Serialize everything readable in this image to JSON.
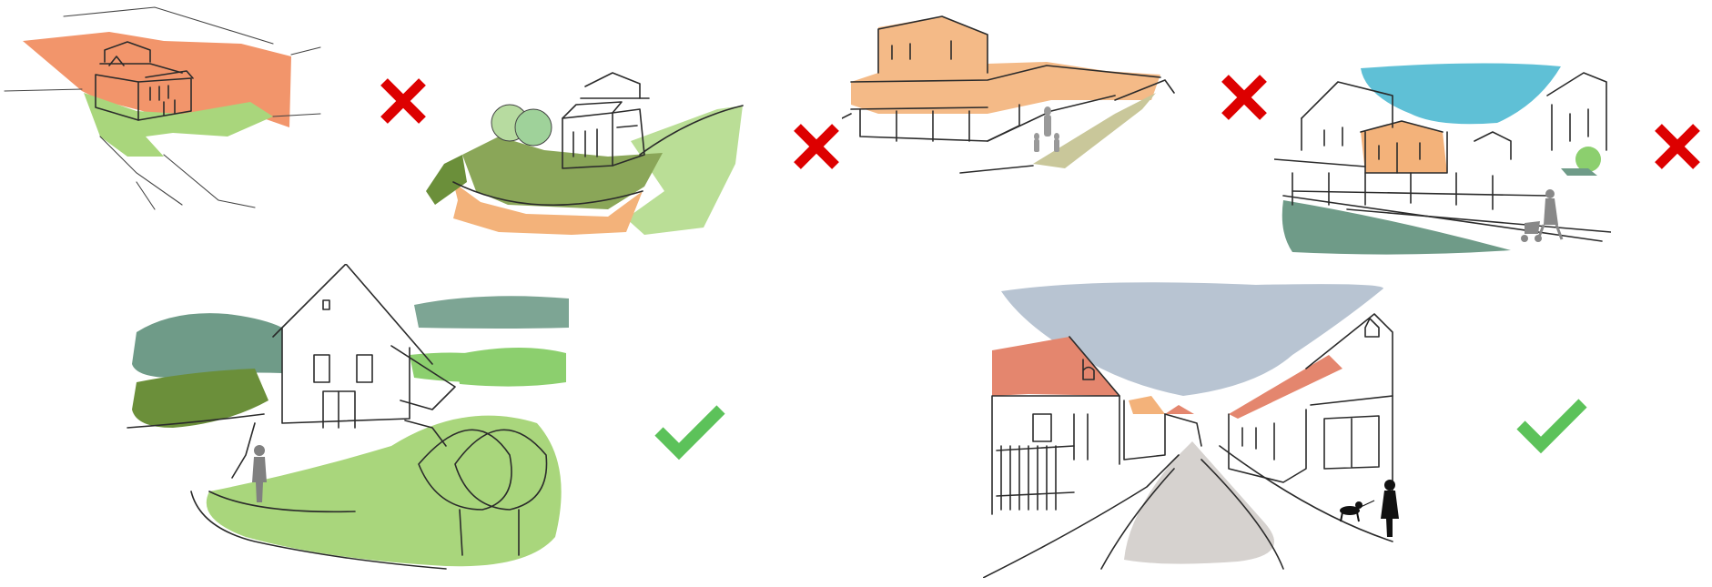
{
  "colors": {
    "bad_mark": "#dd0000",
    "good_mark": "#5cc25a",
    "orange": "#f2956b",
    "peach": "#f3b27a",
    "light_green": "#a9d67c",
    "mid_green": "#8aa658",
    "dark_green": "#6b8f3a",
    "sage": "#6f9b88",
    "teal": "#5aa694",
    "sky_blue": "#5fc0d6",
    "slate_sky": "#b8c4d2",
    "road_grey": "#d6d2cf",
    "roof_red": "#e4866e",
    "path_tan": "#c9c79a"
  },
  "sketches": [
    {
      "name": "house-on-slope-orange-backdrop",
      "verdict": "bad",
      "mark_icon": "x-icon"
    },
    {
      "name": "house-with-garden-terrace",
      "verdict": "bad",
      "mark_icon": "x-icon"
    },
    {
      "name": "orange-house-along-wall",
      "verdict": "bad",
      "mark_icon": "x-icon"
    },
    {
      "name": "orange-house-street-blue-sky",
      "verdict": "bad",
      "mark_icon": "x-icon"
    },
    {
      "name": "house-in-green-landscape",
      "verdict": "good",
      "mark_icon": "check-icon"
    },
    {
      "name": "village-street-perspective",
      "verdict": "good",
      "mark_icon": "check-icon"
    }
  ]
}
